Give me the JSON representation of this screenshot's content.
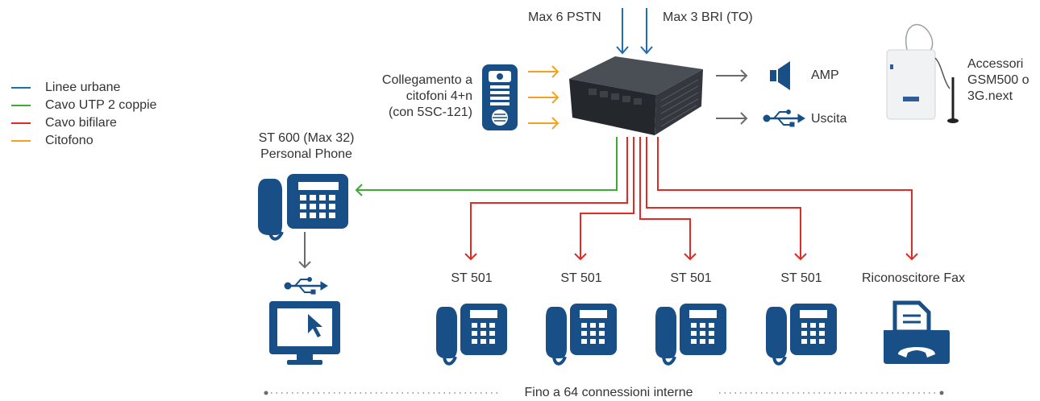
{
  "legend": {
    "items": [
      {
        "label": "Linee urbane",
        "color": "#1f6db5"
      },
      {
        "label": "Cavo UTP 2 coppie",
        "color": "#3daa35"
      },
      {
        "label": "Cavo bifilare",
        "color": "#e02b24"
      },
      {
        "label": "Citofono",
        "color": "#f4a21e"
      }
    ]
  },
  "inputs": {
    "pstn": "Max 6 PSTN",
    "bri": "Max 3 BRI (TO)"
  },
  "doorphone": {
    "line1": "Collegamento a",
    "line2": "citofoni 4+n",
    "line3": "(con 5SC-121)"
  },
  "outputs": {
    "amp": "AMP",
    "usb": "Uscita"
  },
  "accessories": {
    "line1": "Accessori",
    "line2": "GSM500 o",
    "line3": "3G.next"
  },
  "personal_phone": {
    "line1": "ST 600 (Max 32)",
    "line2": "Personal Phone"
  },
  "extensions": [
    "ST 501",
    "ST 501",
    "ST 501",
    "ST 501",
    "Riconoscitore Fax"
  ],
  "footer": "Fino a 64 connessioni interne",
  "colors": {
    "blue": "#1f6db5",
    "dark_blue": "#0f4f8f",
    "green": "#3daa35",
    "red": "#e02b24",
    "orange": "#f4a21e",
    "gray": "#6b6b6b"
  },
  "icons": [
    "pbx-unit",
    "doorphone-icon",
    "speaker-icon",
    "usb-icon",
    "gsm-gateway",
    "desk-phone-icon",
    "computer-monitor-icon",
    "fax-icon"
  ]
}
